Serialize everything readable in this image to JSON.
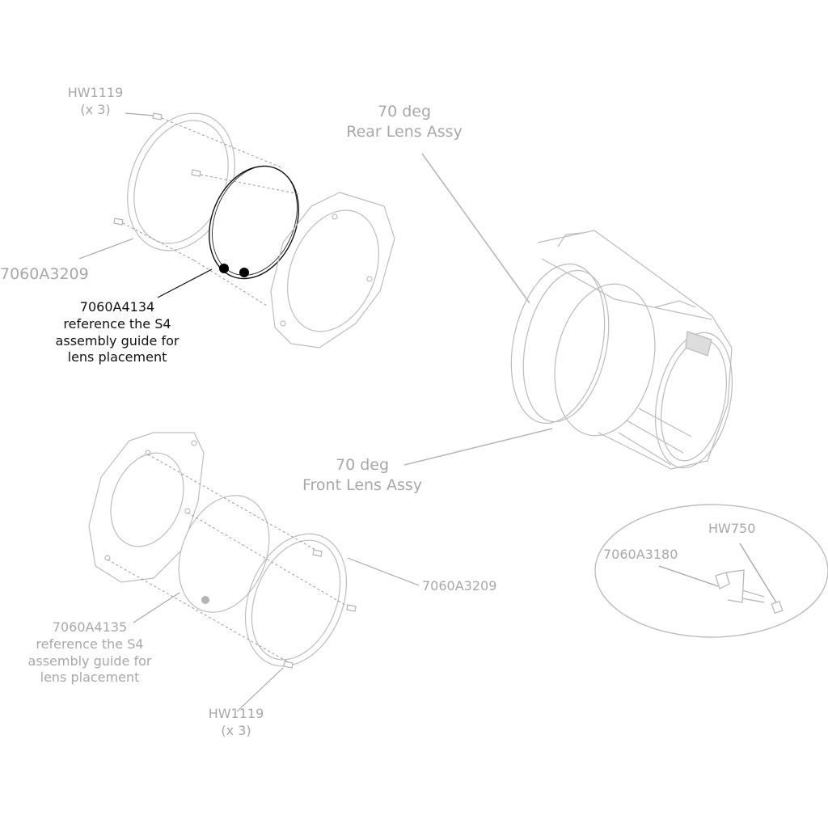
{
  "labels": {
    "hw1119_top": {
      "part": "HW1119",
      "qty": "(x 3)"
    },
    "rear_lens_assy": {
      "line1": "70 deg",
      "line2": "Rear Lens Assy"
    },
    "ring_top": "7060A3209",
    "lens_top": {
      "part": "7060A4134",
      "note1": "reference the S4",
      "note2": "assembly guide for",
      "note3": "lens placement"
    },
    "front_lens_assy": {
      "line1": "70 deg",
      "line2": "Front Lens Assy"
    },
    "ring_bottom": "7060A3209",
    "lens_bottom": {
      "part": "7060A4135",
      "note1": "reference the S4",
      "note2": "assembly guide for",
      "note3": "lens placement"
    },
    "hw1119_bottom": {
      "part": "HW1119",
      "qty": "(x 3)"
    },
    "detail": {
      "hw750": "HW750",
      "bracket": "7060A3180"
    }
  },
  "colors": {
    "line_light": "#b8b8b8",
    "line_dark": "#111111",
    "leader": "#a8a8a8",
    "lens_dots_top": "#000000",
    "lens_dot_bottom": "#b5b5b5"
  }
}
